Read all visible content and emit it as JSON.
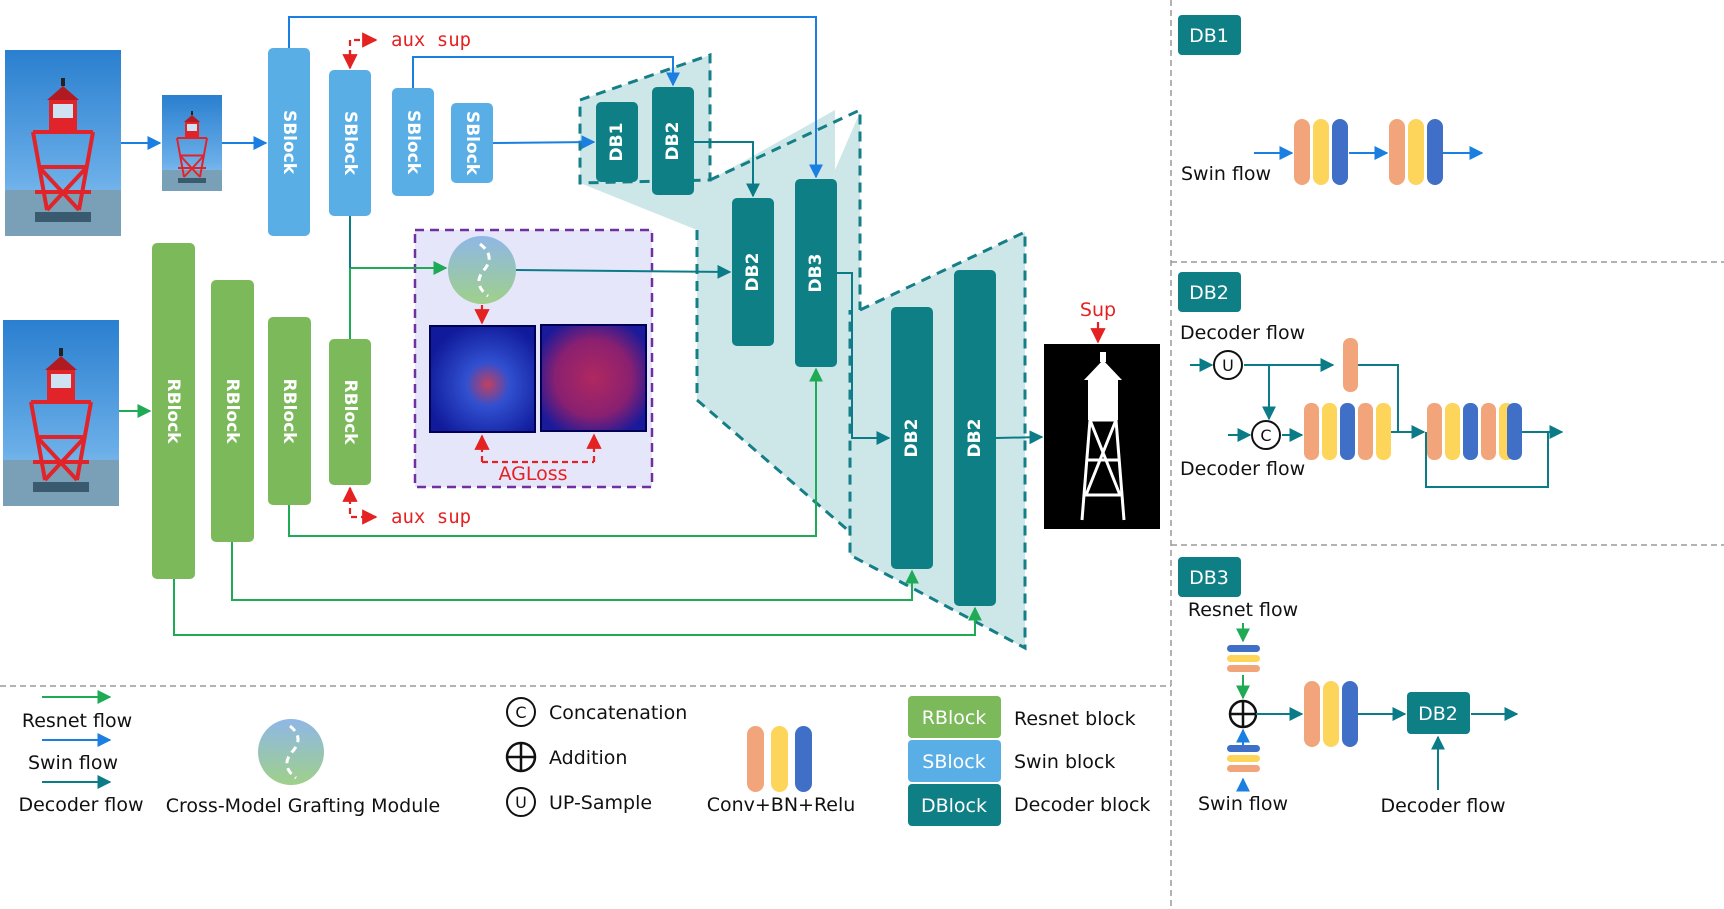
{
  "blocks": {
    "sblock": "SBlock",
    "rblock": "RBlock",
    "db1": "DB1",
    "db2": "DB2",
    "db3": "DB3"
  },
  "annotations": {
    "aux_sup": "aux  sup",
    "agloss": "AGLoss",
    "sup": "Sup"
  },
  "panels": {
    "db1": {
      "title": "DB1",
      "flow": "Swin flow"
    },
    "db2": {
      "title": "DB2",
      "decoder_flow_top": "Decoder flow",
      "decoder_flow_bottom": "Decoder flow",
      "u": "U",
      "c": "C"
    },
    "db3": {
      "title": "DB3",
      "resnet_flow": "Resnet flow",
      "swin_flow": "Swin flow",
      "decoder_flow": "Decoder flow",
      "db2": "DB2"
    }
  },
  "legend": {
    "resnet_flow": "Resnet flow",
    "swin_flow": "Swin flow",
    "decoder_flow": "Decoder flow",
    "cmgm": "Cross-Model Grafting Module",
    "concat_symbol": "C",
    "concat": "Concatenation",
    "addition": "Addition",
    "up_symbol": "U",
    "upsample": "UP-Sample",
    "conv": "Conv+BN+Relu",
    "rblock_key": "RBlock",
    "rblock_desc": "Resnet block",
    "sblock_key": "SBlock",
    "sblock_desc": "Swin block",
    "dblock_key": "DBlock",
    "dblock_desc": "Decoder block"
  },
  "colors": {
    "resnet_green": "#7cb95a",
    "swin_blue": "#5aaee6",
    "decoder_teal": "#0f7f86",
    "teal_fill": "#cde7e9",
    "flow_blue": "#1a7fe0",
    "flow_green": "#1faa55",
    "flow_teal": "#0b7c87",
    "red": "#e52222",
    "purple": "#7030a0",
    "orange": "#f2a57a",
    "yellow": "#fcd55a",
    "conv_blue": "#3f6fc6"
  }
}
